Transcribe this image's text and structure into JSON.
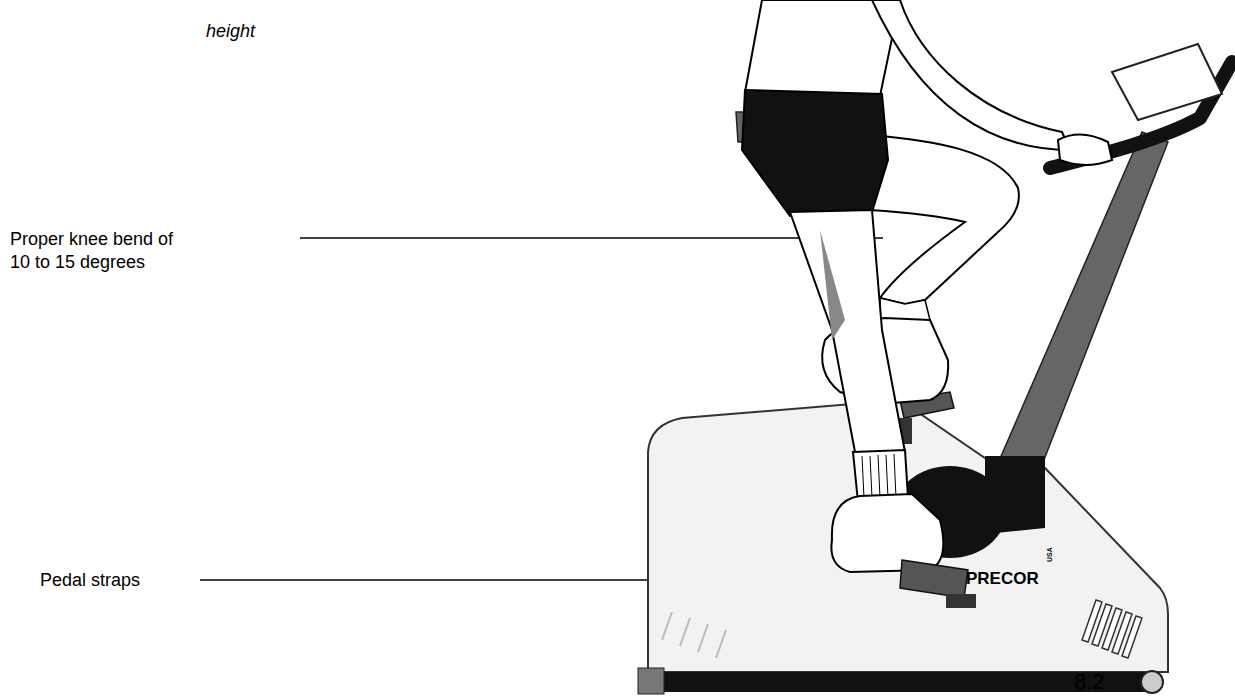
{
  "diagram": {
    "labels": [
      "height",
      "Proper knee bend of 10 to 15 degrees",
      "Pedal straps",
      "PRECOR",
      "USA",
      "8.2"
    ]
  }
}
